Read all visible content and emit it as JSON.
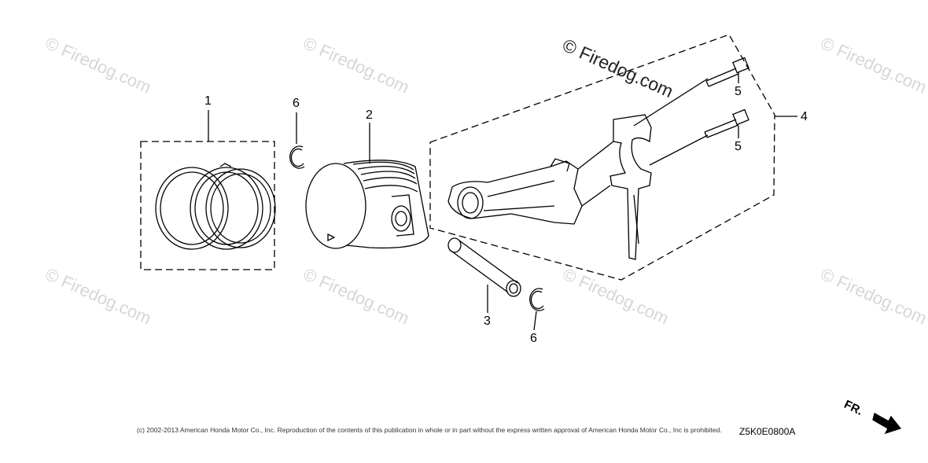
{
  "watermark": {
    "faint_text": "© Firedog.com",
    "strong_text": "© Firedog.com"
  },
  "callouts": [
    "1",
    "2",
    "3",
    "4",
    "5",
    "5",
    "6",
    "6"
  ],
  "footer": {
    "copyright": "(c) 2002-2013 American Honda Motor Co., Inc. Reproduction of the contents of this publication in whole or in part without the express written approval of American Honda Motor Co., Inc is prohibited.",
    "drawing_code": "Z5K0E0800A"
  },
  "direction_indicator": {
    "label": "FR.",
    "icon": "arrow-down-right-icon"
  },
  "colors": {
    "line": "#000000",
    "watermark": "#d6d6d6",
    "background": "#ffffff"
  }
}
